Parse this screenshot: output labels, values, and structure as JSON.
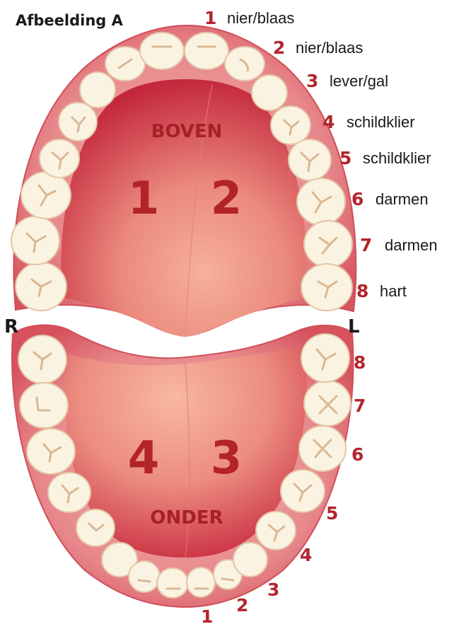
{
  "title": "Afbeelding A",
  "side_right": "R",
  "side_left": "L",
  "upper_arch": "BOVEN",
  "lower_arch": "ONDER",
  "quadrants": [
    "1",
    "2",
    "3",
    "4"
  ],
  "upper_labels": [
    {
      "num": "1",
      "text": "nier/blaas"
    },
    {
      "num": "2",
      "text": "nier/blaas"
    },
    {
      "num": "3",
      "text": "lever/gal"
    },
    {
      "num": "4",
      "text": "schildklier"
    },
    {
      "num": "5",
      "text": "schildklier"
    },
    {
      "num": "6",
      "text": "darmen"
    },
    {
      "num": "7",
      "text": "darmen"
    },
    {
      "num": "8",
      "text": "hart"
    }
  ],
  "lower_labels": [
    "8",
    "7",
    "6",
    "5",
    "4",
    "3",
    "2",
    "1"
  ],
  "colors": {
    "gum": "#d85d66",
    "gum_light": "#ee9c9e",
    "palate_dark": "#c6283b",
    "palate_light": "#f3a58f",
    "tooth": "#fbf3e2",
    "number_red": "#b3252c"
  }
}
